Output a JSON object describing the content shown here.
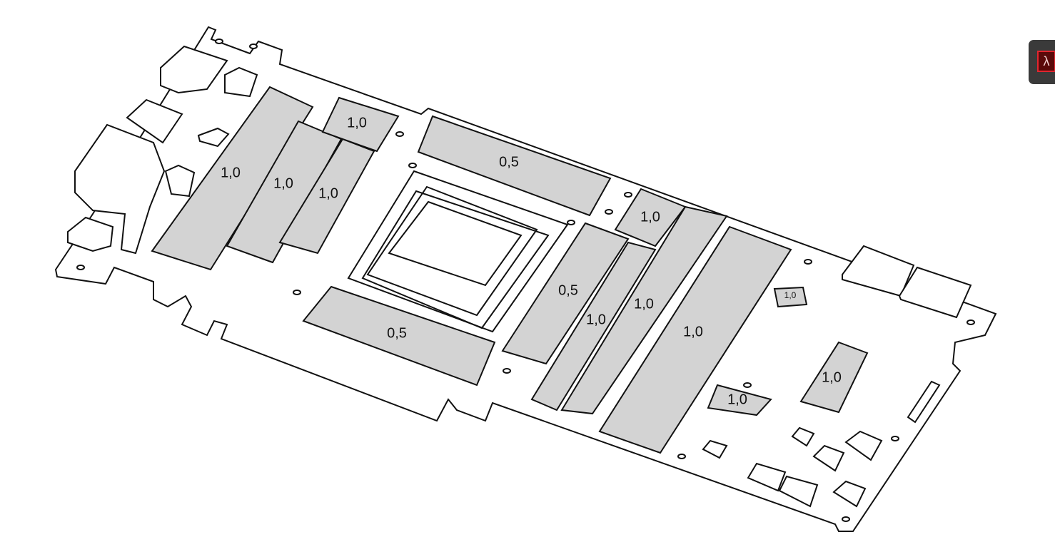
{
  "diagram": {
    "title_hidden": null,
    "pads": [
      {
        "id": "vrm-left-1",
        "label": "1,0"
      },
      {
        "id": "vrm-left-2",
        "label": "1,0"
      },
      {
        "id": "vrm-left-3",
        "label": "1,0"
      },
      {
        "id": "vrm-top-small",
        "label": "1,0"
      },
      {
        "id": "mem-top",
        "label": "0,5"
      },
      {
        "id": "mem-top-right-small",
        "label": "1,0"
      },
      {
        "id": "mem-bottom",
        "label": "0,5"
      },
      {
        "id": "mem-right",
        "label": "0,5"
      },
      {
        "id": "vrm-right-1",
        "label": "1,0"
      },
      {
        "id": "vrm-right-2",
        "label": "1,0"
      },
      {
        "id": "vrm-right-3",
        "label": "1,0"
      },
      {
        "id": "chip-small",
        "label": "1,0"
      },
      {
        "id": "chip-right",
        "label": "1,0"
      },
      {
        "id": "chip-bottom",
        "label": "1,0"
      }
    ]
  },
  "toolbar": {
    "pdf_icon": "adobe-pdf-icon",
    "accent": "#e0262f"
  }
}
